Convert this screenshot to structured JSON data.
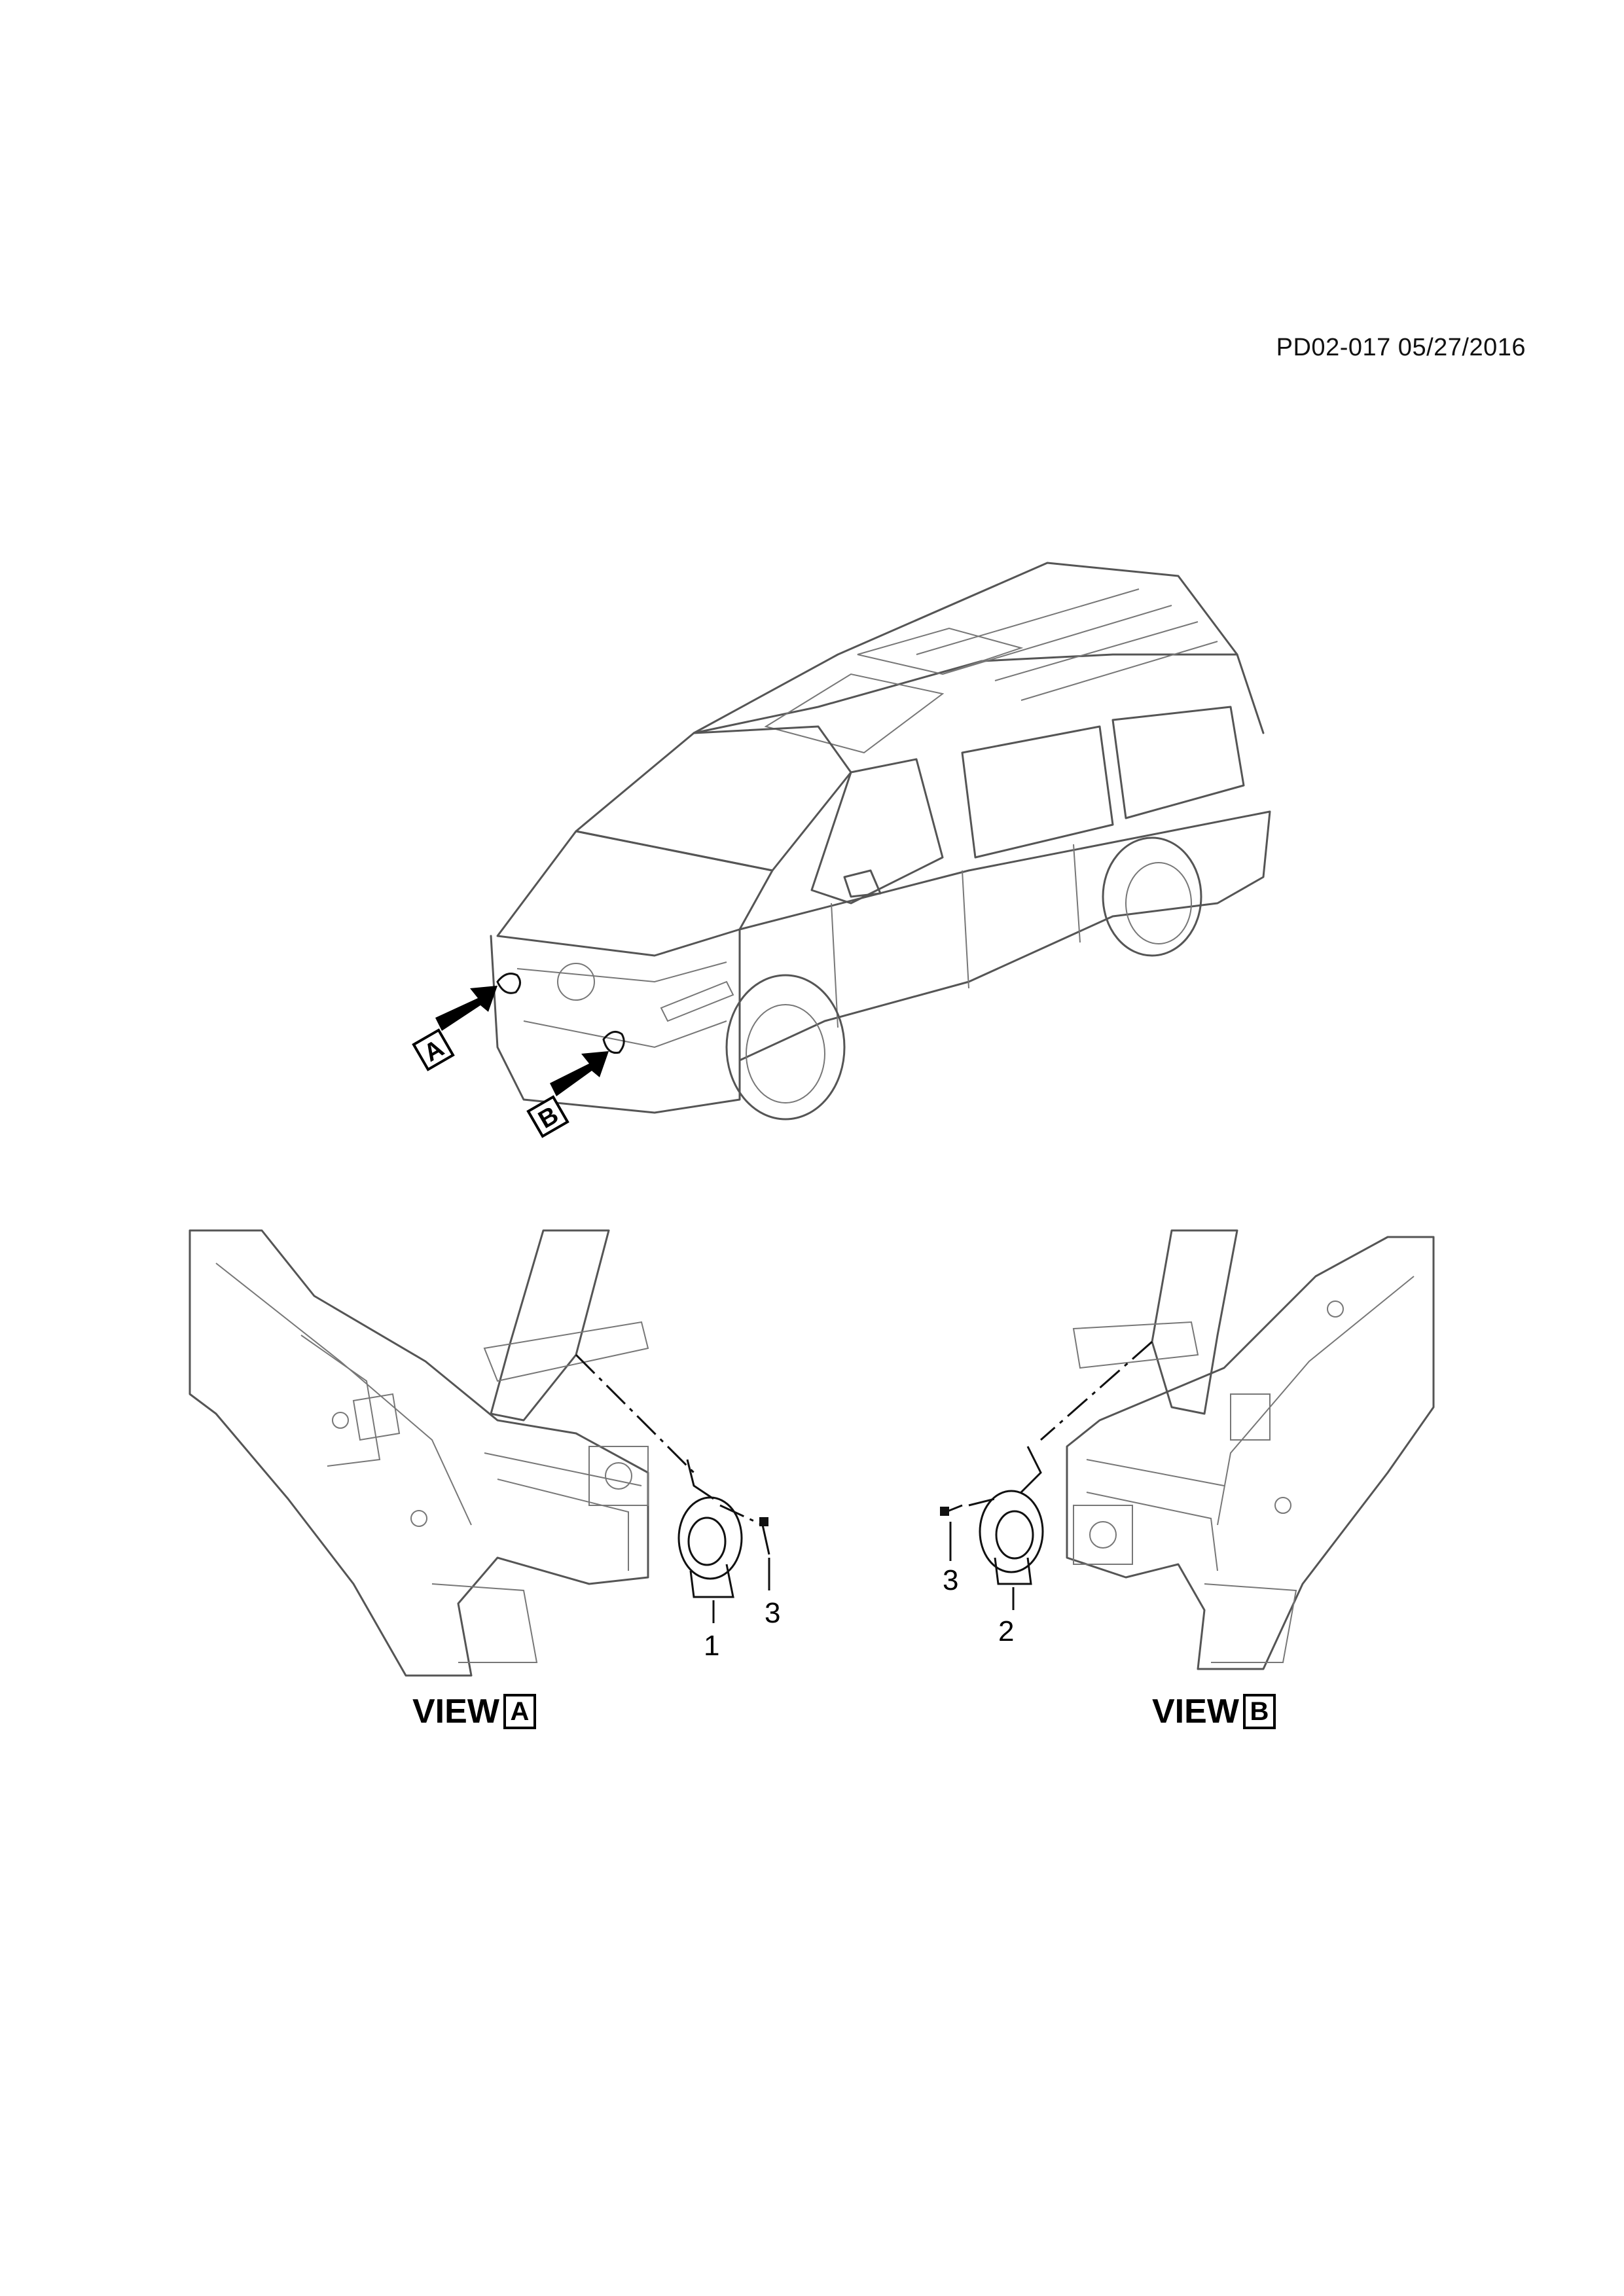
{
  "header": {
    "page_code": "PD02-017 05/27/2016"
  },
  "overview": {
    "view_markers": [
      {
        "letter": "A"
      },
      {
        "letter": "B"
      }
    ]
  },
  "views": [
    {
      "title_word": "VIEW",
      "letter": "A"
    },
    {
      "title_word": "VIEW",
      "letter": "B"
    }
  ],
  "callouts": {
    "view_a": [
      {
        "label": "1"
      },
      {
        "label": "3"
      }
    ],
    "view_b": [
      {
        "label": "2"
      },
      {
        "label": "3"
      }
    ]
  }
}
